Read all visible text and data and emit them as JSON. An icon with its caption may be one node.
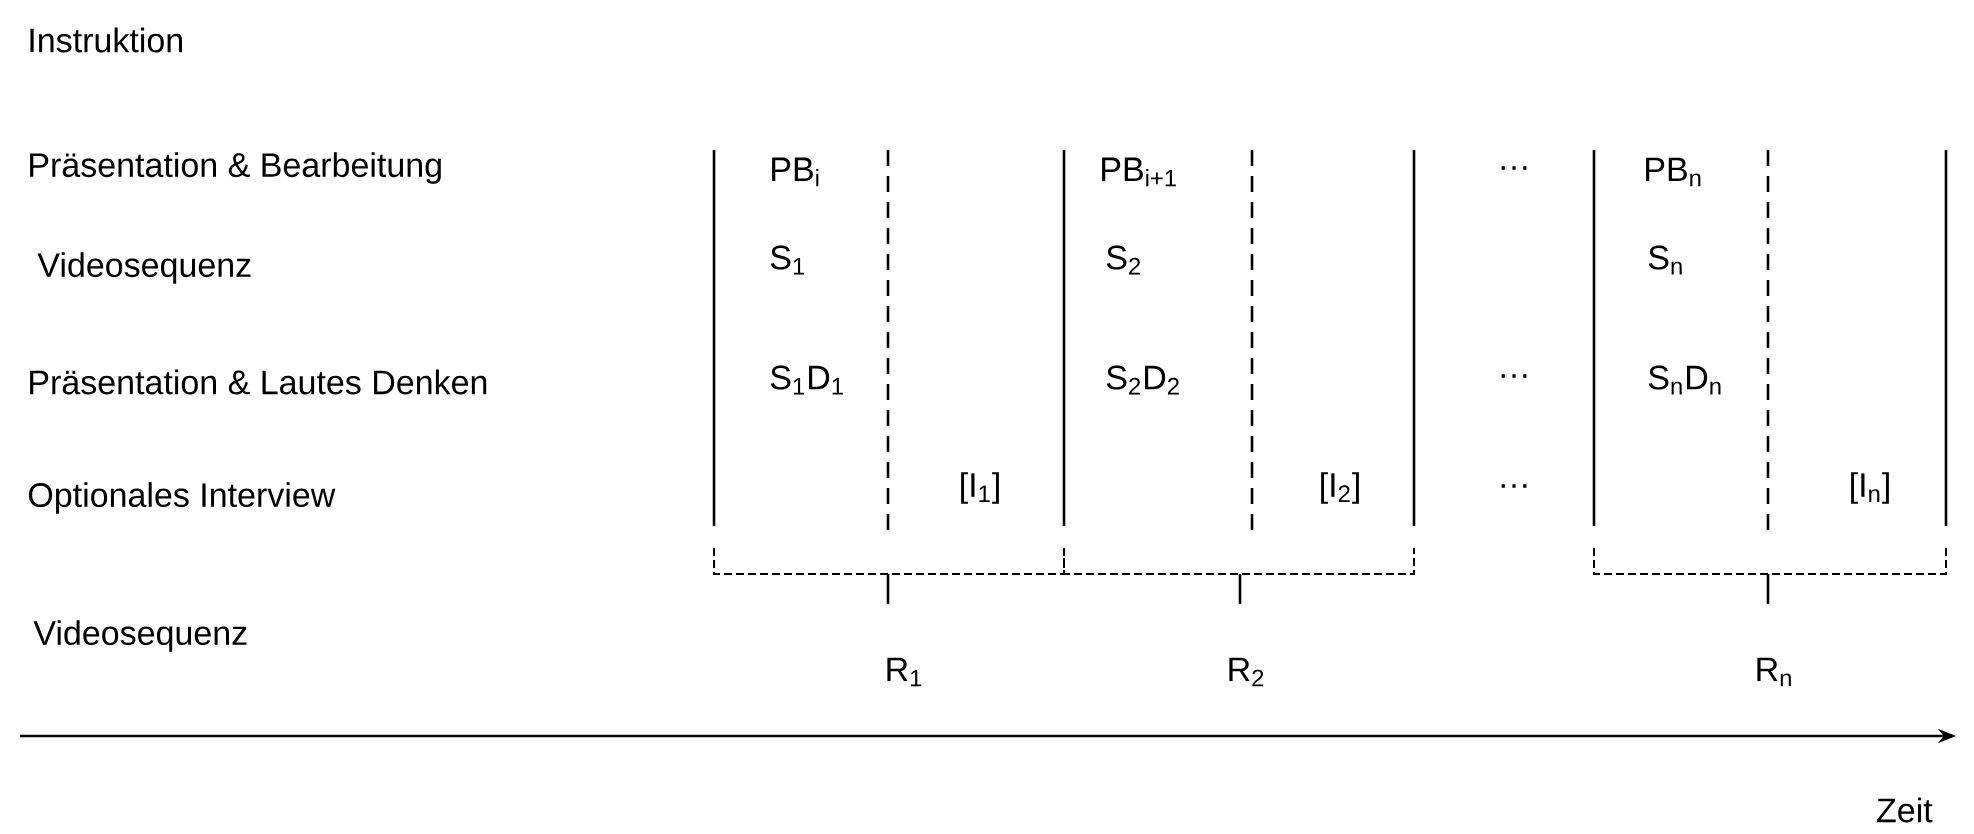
{
  "diagram": {
    "labels": [
      "Instruktion",
      "Präsentation & Bearbeitung",
      "PB$_{i}$",
      "PB$_{i+1}$",
      "…",
      "PB$_{n}$",
      "Videosequenz",
      "S$_{1}$",
      "S$_{2}$",
      "S$_{n}$",
      "Präsentation & Lautes Denken",
      "S$_{1}$D$_{1}$",
      "S$_{2}$D$_{2}$",
      "…",
      "S$_{n}$D$_{n}$",
      "Optionales Interview",
      "[I$_{1}$]",
      "[I$_{2}$]",
      "…",
      "[I$_{n}$]",
      "Videosequenz",
      "R$_{1}$",
      "R$_{2}$",
      "R$_{n}$",
      "Zeit"
    ]
  }
}
